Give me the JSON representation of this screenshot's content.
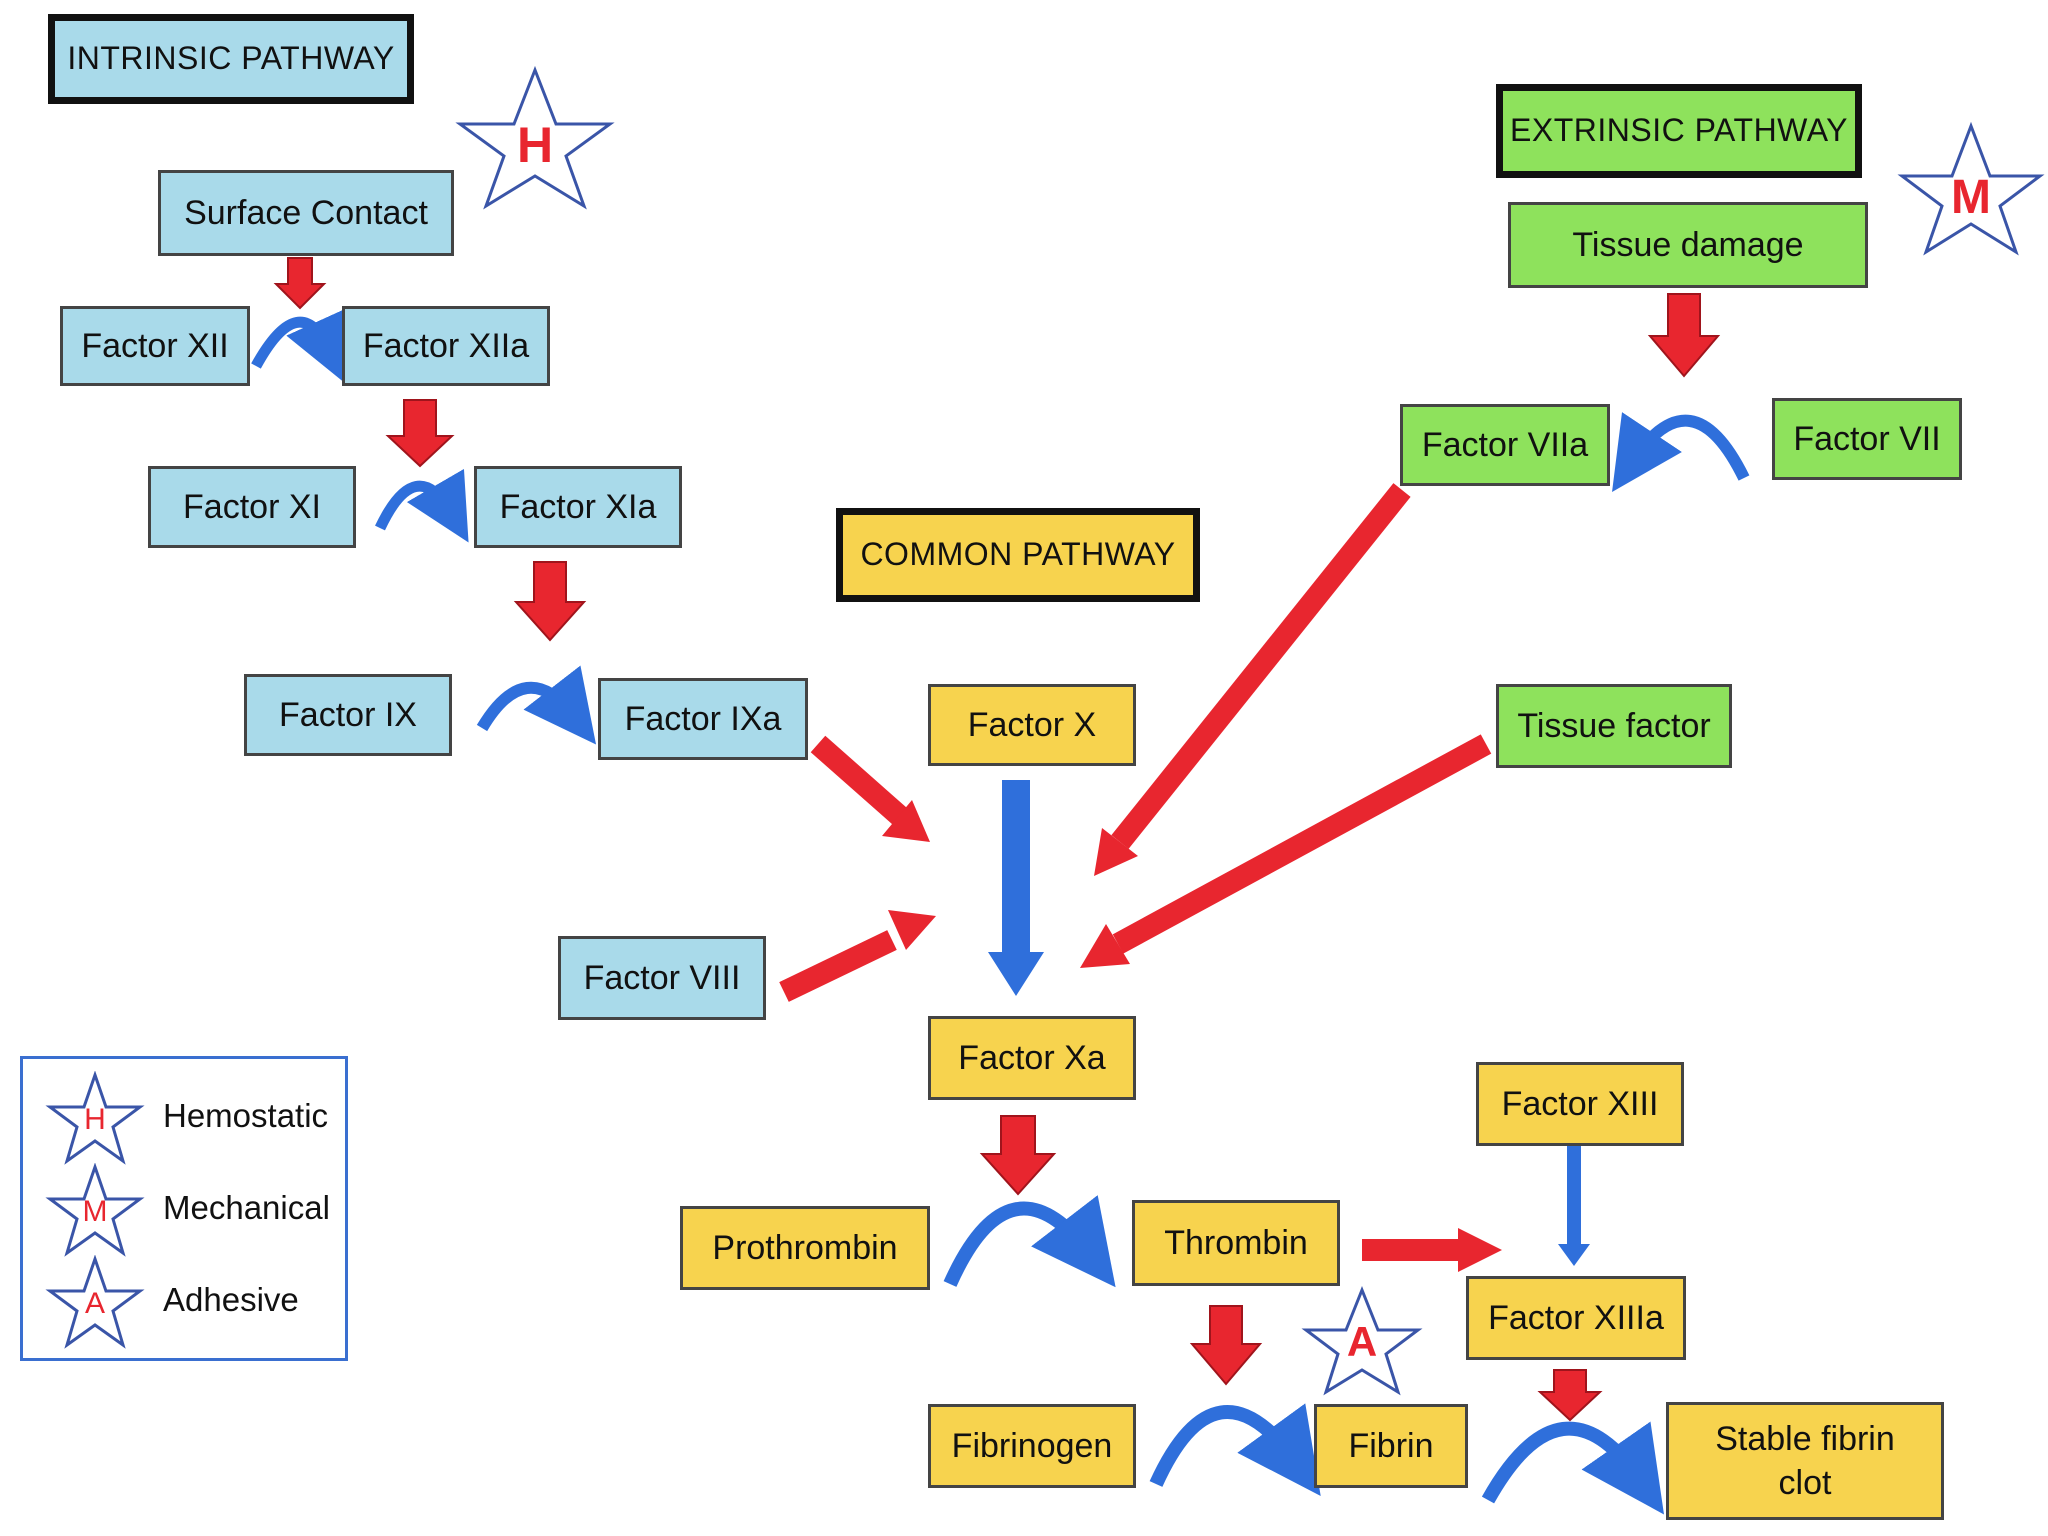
{
  "intrinsic": {
    "title": "INTRINSIC PATHWAY",
    "surface_contact": "Surface Contact",
    "factor_xii": "Factor XII",
    "factor_xiia": "Factor XIIa",
    "factor_xi": "Factor XI",
    "factor_xia": "Factor XIa",
    "factor_ix": "Factor IX",
    "factor_ixa": "Factor IXa",
    "factor_viii": "Factor VIII"
  },
  "extrinsic": {
    "title": "EXTRINSIC PATHWAY",
    "tissue_damage": "Tissue damage",
    "factor_viia": "Factor VIIa",
    "factor_vii": "Factor VII",
    "tissue_factor": "Tissue factor"
  },
  "common": {
    "title": "COMMON PATHWAY",
    "factor_x": "Factor X",
    "factor_xa": "Factor Xa",
    "prothrombin": "Prothrombin",
    "thrombin": "Thrombin",
    "factor_xiii": "Factor XIII",
    "factor_xiiia": "Factor XIIIa",
    "fibrinogen": "Fibrinogen",
    "fibrin": "Fibrin",
    "stable_clot_line1": "Stable fibrin",
    "stable_clot_line2": "clot"
  },
  "markers": {
    "intrinsic_star": "H",
    "extrinsic_star": "M",
    "fibrin_star": "A"
  },
  "legend": {
    "items": [
      {
        "letter": "H",
        "label": "Hemostatic"
      },
      {
        "letter": "M",
        "label": "Mechanical"
      },
      {
        "letter": "A",
        "label": "Adhesive"
      }
    ]
  },
  "colors": {
    "intrinsic_box": "#a9daea",
    "extrinsic_box": "#8ee25c",
    "common_box": "#f7d34e",
    "red_arrow": "#e8262f",
    "blue_arrow": "#2f6fdb"
  }
}
